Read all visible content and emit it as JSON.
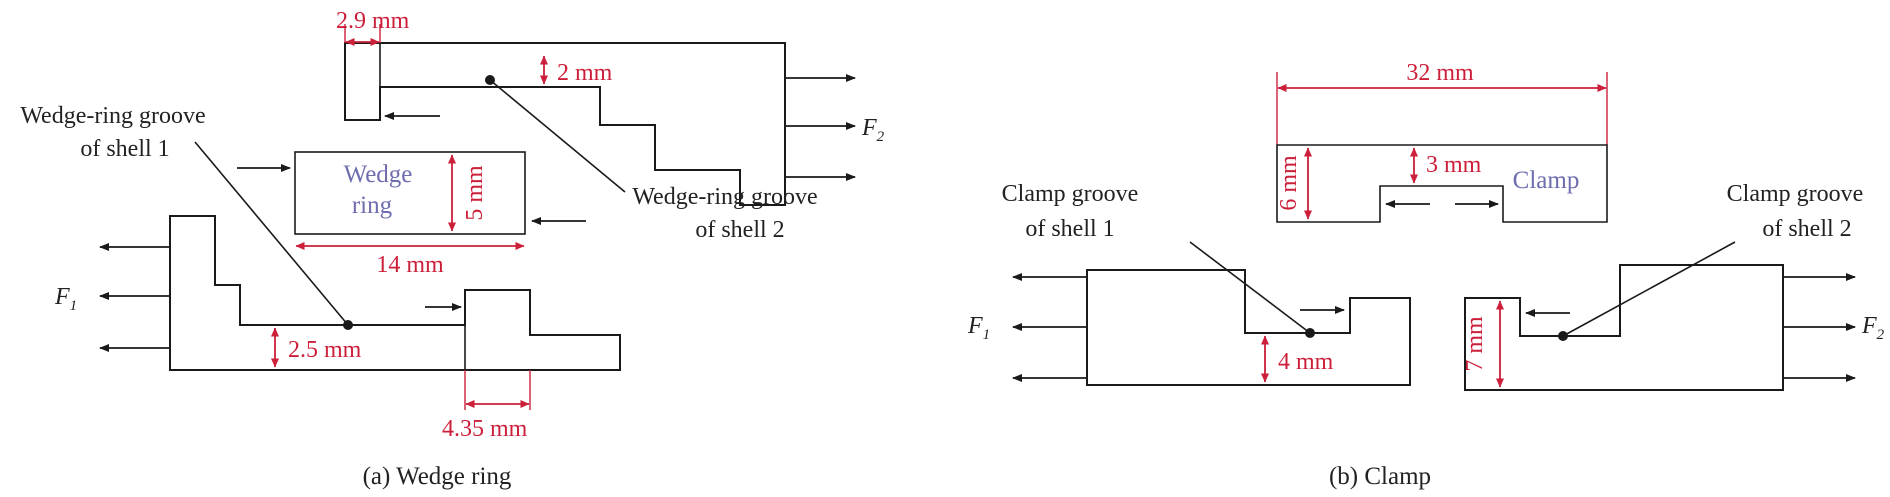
{
  "panel_a": {
    "caption": "(a) Wedge ring",
    "label_groove_shell1_line1": "Wedge-ring groove",
    "label_groove_shell1_line2": "of shell 1",
    "label_groove_shell2_line1": "Wedge-ring groove",
    "label_groove_shell2_line2": "of shell 2",
    "part_label_line1": "Wedge",
    "part_label_line2": "ring",
    "dim_width_top": "2.9 mm",
    "dim_gap_top": "2 mm",
    "dim_ring_height": "5 mm",
    "dim_ring_length": "14 mm",
    "dim_gap_bottom": "2.5 mm",
    "dim_width_bottom": "4.35 mm",
    "force_left": "F",
    "force_left_sub": "1",
    "force_right": "F",
    "force_right_sub": "2"
  },
  "panel_b": {
    "caption": "(b) Clamp",
    "label_groove_shell1_line1": "Clamp groove",
    "label_groove_shell1_line2": "of shell 1",
    "label_groove_shell2_line1": "Clamp groove",
    "label_groove_shell2_line2": "of shell 2",
    "part_label": "Clamp",
    "dim_clamp_length": "32 mm",
    "dim_clamp_height": "6 mm",
    "dim_clamp_step": "3 mm",
    "dim_groove1_depth": "4 mm",
    "dim_groove2_depth": "7 mm",
    "force_left": "F",
    "force_left_sub": "1",
    "force_right": "F",
    "force_right_sub": "2"
  },
  "colors": {
    "dimension": "#cc1f3a",
    "part_label": "#6d6db0",
    "outline": "#1a1a1a"
  }
}
